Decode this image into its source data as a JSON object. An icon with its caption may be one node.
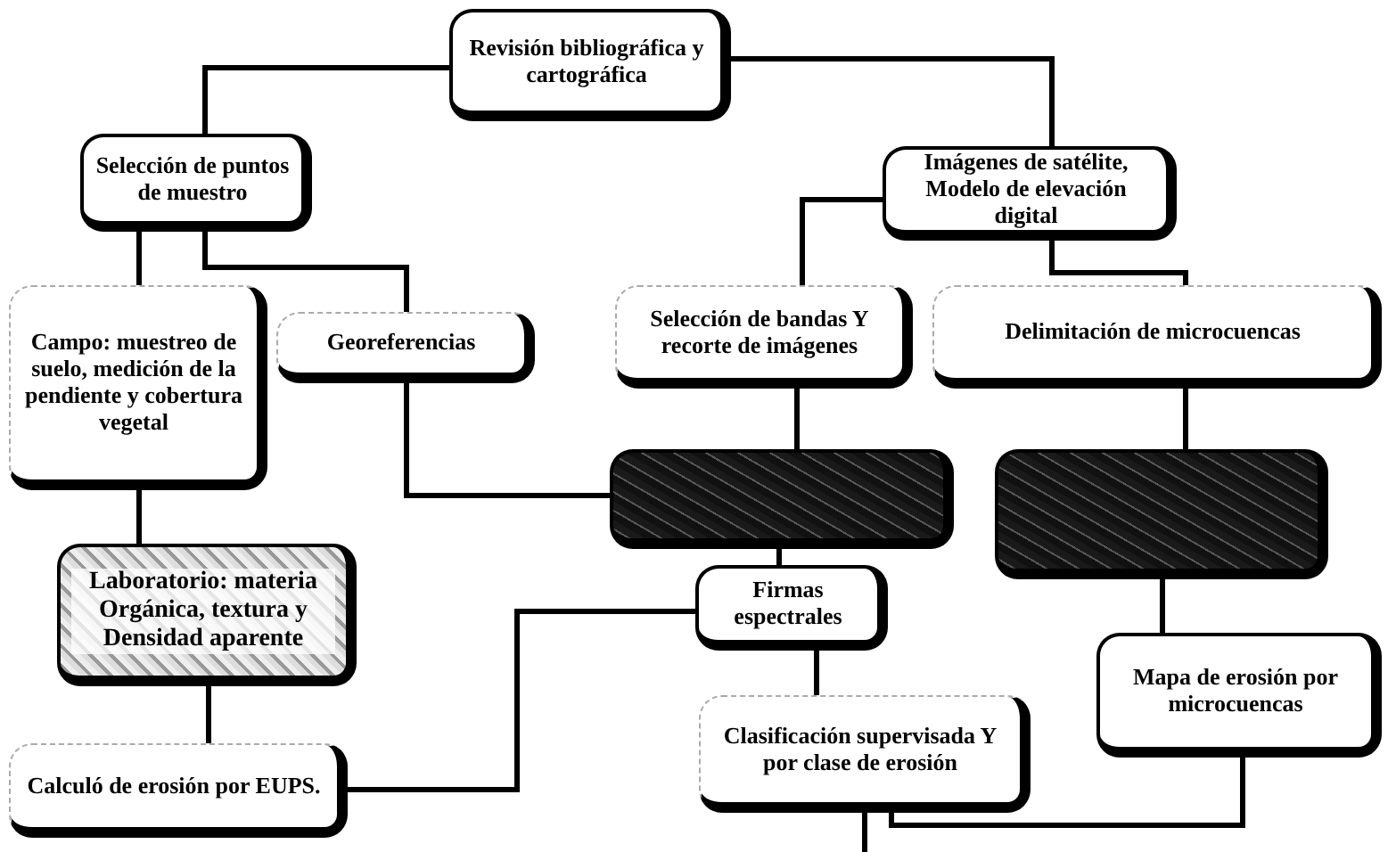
{
  "diagram": {
    "nodes": [
      {
        "text": [
          "Revisión bibliográfica y cartográfica"
        ]
      },
      {
        "text": [
          "Selección de puntos de muestro"
        ]
      },
      {
        "text": [
          "Imágenes de satélite, Modelo de elevación digital"
        ]
      },
      {
        "text": [
          "Campo: muestreo de suelo, medición de la pendiente y cobertura vegetal"
        ]
      },
      {
        "text": [
          "Georeferencias"
        ]
      },
      {
        "text": [
          "Selección de bandas Y recorte de imágenes"
        ]
      },
      {
        "text": [
          "Delimitación de microcuencas"
        ]
      },
      {
        "text": [],
        "shape": "box"
      },
      {
        "text": [],
        "shape": "box"
      },
      {
        "text": [
          "Laboratorio: materia Orgánica, textura y Densidad aparente"
        ]
      },
      {
        "text": [
          "Firmas espectrales"
        ]
      },
      {
        "text": [
          "Mapa de erosión por microcuencas"
        ]
      },
      {
        "text": [
          "Clasificación supervisada Y por clase de erosión"
        ]
      },
      {
        "text": [
          "Calculó de erosión por EUPS."
        ]
      }
    ],
    "edges": [
      {
        "from": 0,
        "to": 1,
        "arrow": "none"
      },
      {
        "from": 0,
        "to": 2,
        "arrow": "none"
      },
      {
        "from": 1,
        "to": 3,
        "arrow": "none"
      },
      {
        "from": 1,
        "to": 4,
        "arrow": "none"
      },
      {
        "from": 2,
        "to": 5,
        "arrow": "none"
      },
      {
        "from": 2,
        "to": 6,
        "arrow": "none"
      },
      {
        "from": 3,
        "to": 9,
        "arrow": "none"
      },
      {
        "from": 4,
        "to": 7,
        "arrow": "none"
      },
      {
        "from": 5,
        "to": 7,
        "arrow": "none"
      },
      {
        "from": 6,
        "to": 8,
        "arrow": "none"
      },
      {
        "from": 7,
        "to": 10,
        "arrow": "none"
      },
      {
        "from": 9,
        "to": 13,
        "arrow": "none"
      },
      {
        "from": 13,
        "to": 10,
        "arrow": "none"
      },
      {
        "from": 10,
        "to": 12,
        "arrow": "none"
      },
      {
        "from": 8,
        "to": 11,
        "arrow": "none"
      },
      {
        "from": 12,
        "to": null,
        "arrow": "none"
      },
      {
        "from": 11,
        "to": 12,
        "arrow": "none"
      }
    ]
  }
}
